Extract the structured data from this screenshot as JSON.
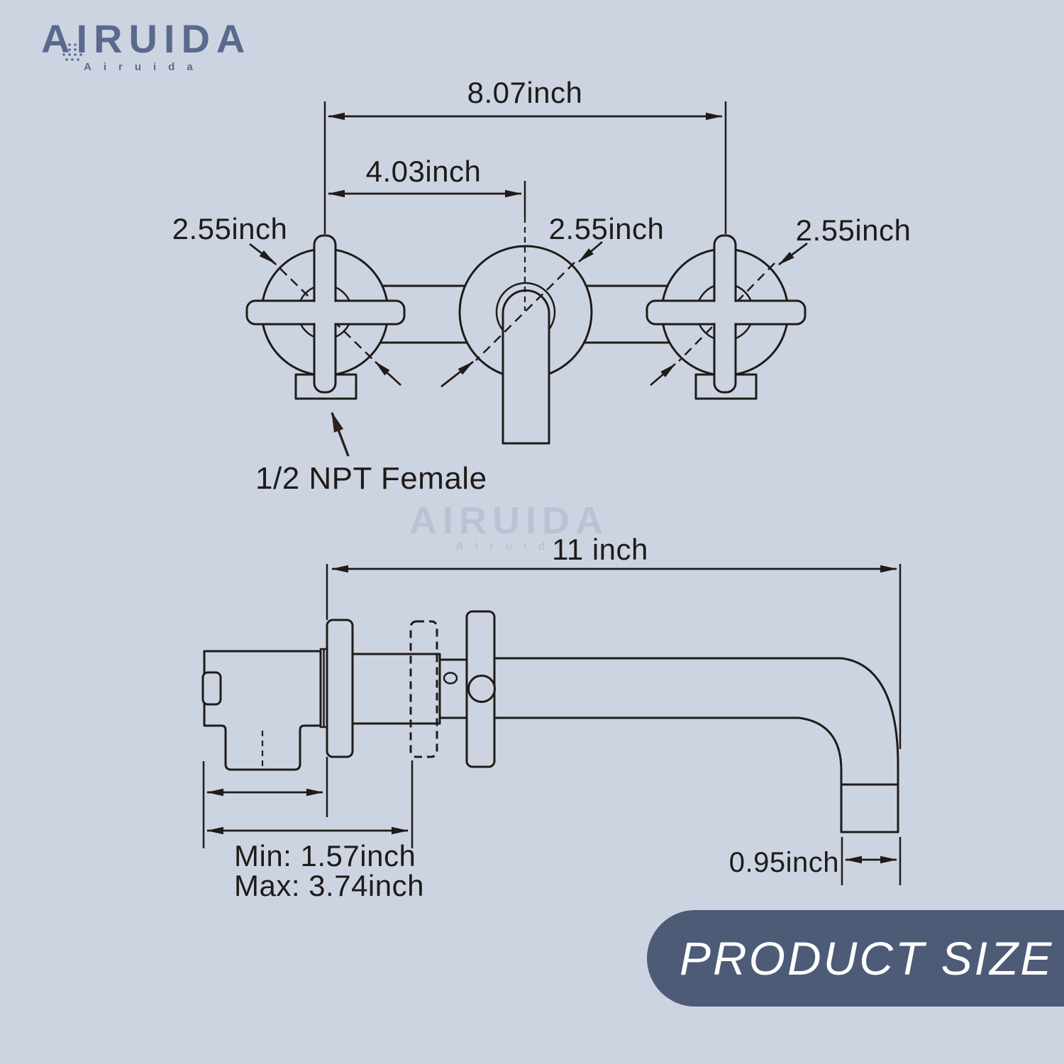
{
  "page": {
    "background_color": "#cdd4e1",
    "line_color": "#1f1b19"
  },
  "logo": {
    "brand": "AIRUIDA",
    "subbrand": "Airuida",
    "color": "#5a6a8e"
  },
  "watermark": {
    "brand": "AIRUIDA",
    "subbrand": "Airuida",
    "color": "#bac3d3"
  },
  "front_view": {
    "dim_overall_width": "8.07inch",
    "dim_handle_to_spout": "4.03inch",
    "dim_left_escutcheon": "2.55inch",
    "dim_center_escutcheon": "2.55inch",
    "dim_right_escutcheon": "2.55inch",
    "inlet_note": "1/2 NPT Female"
  },
  "side_view": {
    "dim_total_length": "11 inch",
    "dim_wall_min": "Min: 1.57inch",
    "dim_wall_max": "Max: 3.74inch",
    "dim_spout_outlet": "0.95inch"
  },
  "banner": {
    "label": "PRODUCT SIZE",
    "background_color": "#4d5b77",
    "text_color": "#ffffff"
  }
}
